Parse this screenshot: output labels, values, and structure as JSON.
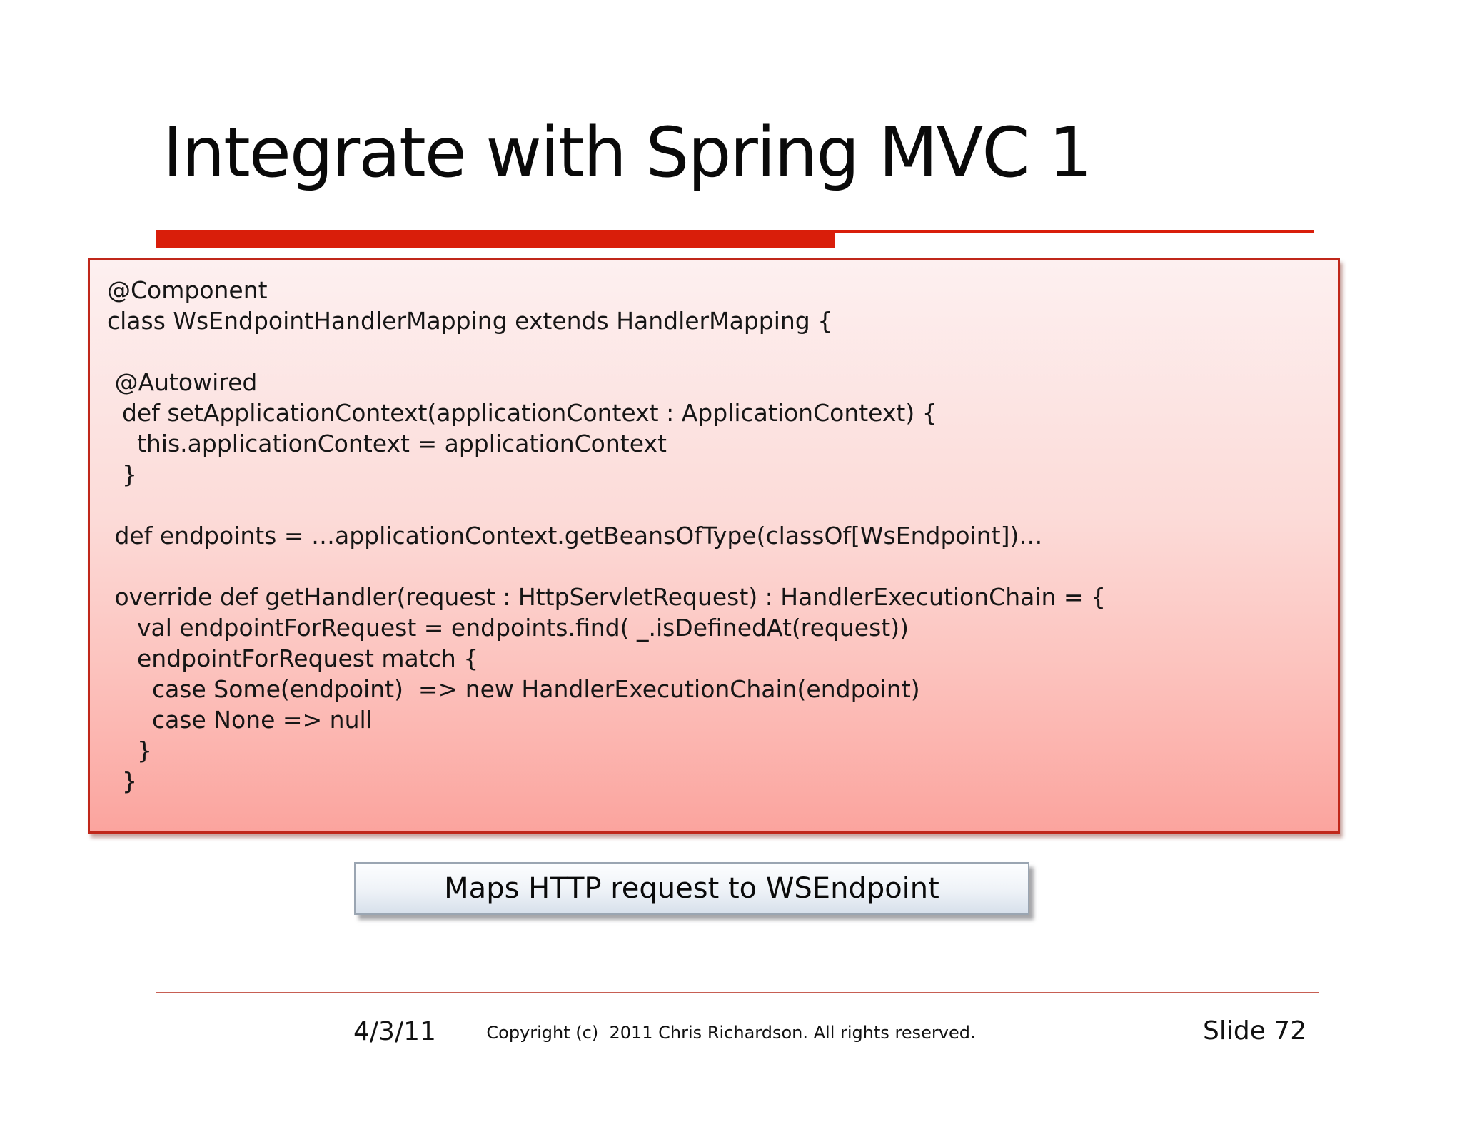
{
  "slide": {
    "title": "Integrate with Spring MVC 1",
    "code": {
      "lines": [
        "@Component",
        "class WsEndpointHandlerMapping extends HandlerMapping {",
        "",
        " @Autowired",
        "  def setApplicationContext(applicationContext : ApplicationContext) {",
        "    this.applicationContext = applicationContext",
        "  }",
        "",
        " def endpoints = …applicationContext.getBeansOfType(classOf[WsEndpoint])…",
        "",
        " override def getHandler(request : HttpServletRequest) : HandlerExecutionChain = {",
        "    val endpointForRequest = endpoints.find( _.isDefinedAt(request))",
        "    endpointForRequest match {",
        "      case Some(endpoint)  => new HandlerExecutionChain(endpoint)",
        "      case None => null",
        "    }",
        "  }"
      ]
    },
    "callout": {
      "label": "Maps HTTP request to WSEndpoint"
    },
    "footer": {
      "date": "4/3/11",
      "copyright": "Copyright (c)  2011 Chris Richardson. All rights reserved.",
      "slide_number": "Slide 72"
    },
    "colors": {
      "accent_red": "#d91e0a",
      "code_border_red": "#c0271a",
      "code_bg_top": "#fdf0f0",
      "code_bg_bottom": "#fba49e",
      "callout_bg_top": "#fdfeff",
      "callout_bg_bottom": "#d7e0eb",
      "callout_border": "#9aa5b2",
      "footer_line": "#c75f53",
      "text": "#0a0a0a"
    }
  }
}
